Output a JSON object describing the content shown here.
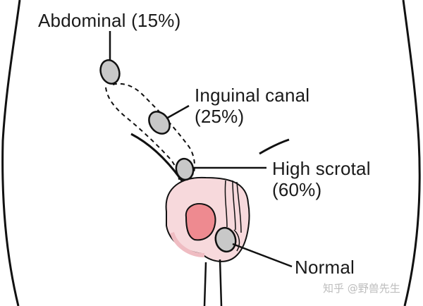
{
  "labels": {
    "abdominal": "Abdominal (15%)",
    "inguinal_line1": "Inguinal canal",
    "inguinal_line2": "(25%)",
    "high_line1": "High scrotal",
    "high_line2": "(60%)",
    "normal": "Normal"
  },
  "watermark": "知乎 @野兽先生",
  "colors": {
    "outline": "#111111",
    "testis_fill": "#c8c8c8",
    "scrotum_fill": "#f7d9dc",
    "scrotum_shadow": "#efbcc2",
    "penis_glans": "#ee8a90",
    "text": "#1a1a1a",
    "watermark": "#bdbdbd"
  }
}
